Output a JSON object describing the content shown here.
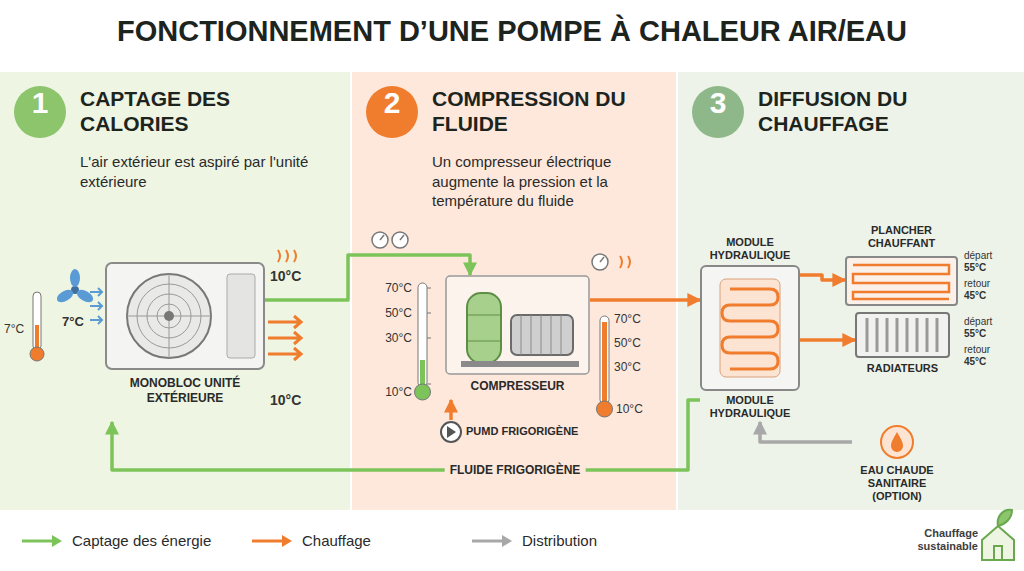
{
  "diagram": {
    "title": "FONCTIONNEMENT D’UNE POMPE À CHALEUR AIR/EAU",
    "nodes": [
      {
        "text": [
          "CAPTAGE DES CALORIES",
          "L'air extérieur est aspiré par l'unité extérieure"
        ]
      },
      {
        "text": [
          "1"
        ],
        "in": 0
      },
      {
        "text": [
          "MONOBLOC UNITÉ EXTÉRIEURE"
        ],
        "in": 0
      },
      {
        "text": [
          "COMPRESSION DU FLUIDE",
          "Un compresseur électrique augmente la pression et la température du fluide"
        ]
      },
      {
        "text": [
          "2"
        ],
        "in": 3
      },
      {
        "text": [
          "COMPRESSEUR"
        ],
        "in": 3
      },
      {
        "text": [
          "PUMD FRIGORIGÈNE"
        ],
        "in": 3
      },
      {
        "text": [
          "DIFFUSION DU CHAUFFAGE"
        ]
      },
      {
        "text": [
          "3"
        ],
        "in": 7
      },
      {
        "text": [
          "MODULE HYDRAULIQUE",
          "MODULE HYDRAULIQUE"
        ],
        "in": 7
      },
      {
        "text": [
          "PLANCHER CHAUFFANT"
        ],
        "in": 7
      },
      {
        "text": [
          "RADIATEURS"
        ],
        "in": 7
      },
      {
        "text": [
          "EAU CHAUDE SANITAIRE (OPTION)"
        ],
        "in": 7
      }
    ],
    "edges": [
      {
        "from": 2,
        "to": 5,
        "arrow": "to"
      },
      {
        "from": 5,
        "to": 9,
        "arrow": "to"
      },
      {
        "from": 9,
        "to": 10,
        "arrow": "to"
      },
      {
        "from": 9,
        "to": 11,
        "arrow": "to"
      },
      {
        "from": 12,
        "to": 9,
        "arrow": "to"
      },
      {
        "from": 9,
        "to": 2,
        "label": "FLUIDE FRIGORIGÈNE",
        "arrow": "to"
      },
      {
        "from": 6,
        "to": 5,
        "arrow": "to"
      }
    ],
    "labels": [
      "7°C",
      "7°C",
      "10°C",
      "10°C",
      "70°C",
      "50°C",
      "30°C",
      "10°C",
      "70°C",
      "50°C",
      "30°C",
      "10°C",
      "départ",
      "55°C",
      "retour",
      "45°C",
      "départ",
      "55°C",
      "retour",
      "45°C",
      "Chauffage sustainable"
    ],
    "legend": [
      {
        "text": "Captage des énergie",
        "color": "#7cc35a"
      },
      {
        "text": "Chauffage",
        "color": "#f07d2e"
      },
      {
        "text": "Distribution",
        "color": "#a8a8a8"
      }
    ]
  }
}
